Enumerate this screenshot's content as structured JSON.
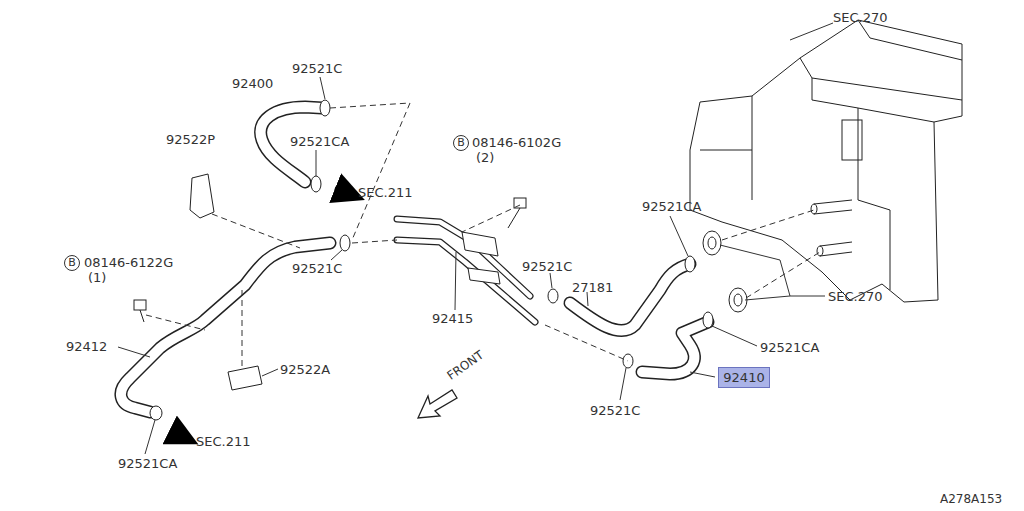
{
  "diagram": {
    "nodes": [
      {
        "text": [
          "B"
        ]
      },
      {
        "text": [
          "B"
        ]
      },
      {
        "text": [
          "92410"
        ]
      }
    ],
    "labels": [
      "SEC.270",
      "92521C",
      "92400",
      "92522P",
      "92521CA",
      "SEC.211",
      "08146-6102G",
      "(2)",
      "92521CA",
      "08146-6122G",
      "(1)",
      "92521C",
      "92521C",
      "27181",
      "92415",
      "SEC.270",
      "92412",
      "92522A",
      "92521CA",
      "FRONT",
      "92521C",
      "SEC.211",
      "92521CA",
      "A278A153"
    ]
  }
}
